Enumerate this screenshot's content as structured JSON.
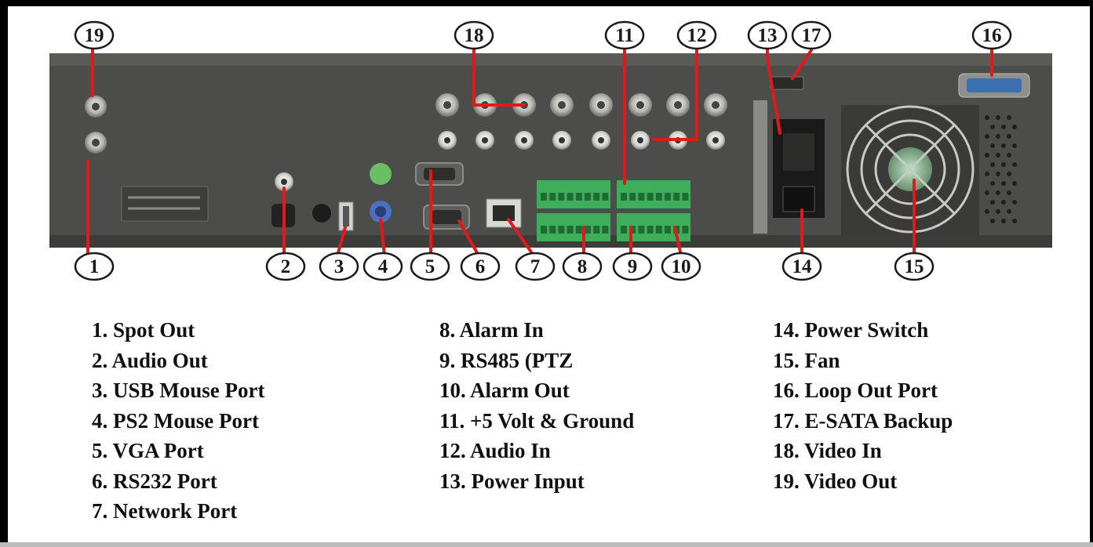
{
  "callouts": [
    "1",
    "2",
    "3",
    "4",
    "5",
    "6",
    "7",
    "8",
    "9",
    "10",
    "11",
    "12",
    "13",
    "14",
    "15",
    "16",
    "17",
    "18",
    "19"
  ],
  "legend": {
    "col1": [
      "1. Spot Out",
      "2. Audio Out",
      "3. USB Mouse Port",
      "4. PS2 Mouse Port",
      "5. VGA Port",
      "6. RS232 Port",
      "7. Network Port"
    ],
    "col2": [
      "8. Alarm In",
      "9. RS485 (PTZ",
      "10. Alarm Out",
      "11. +5 Volt & Ground",
      "12. Audio In",
      "13. Power Input"
    ],
    "col3": [
      "14. Power Switch",
      "15. Fan",
      "16. Loop Out Port",
      "17. E-SATA Backup",
      "18. Video In",
      "19. Video Out"
    ]
  },
  "colors": {
    "panel": "#4a4a48",
    "pointer": "#e0191b",
    "terminal": "#3fae5a",
    "vga": "#3a6fb0"
  }
}
